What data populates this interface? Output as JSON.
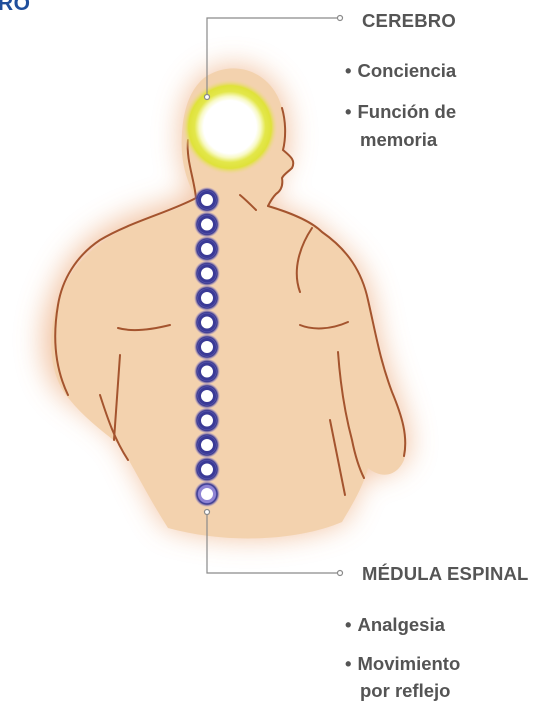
{
  "corner_title": "RO",
  "brain": {
    "heading": "CEREBRO",
    "items": [
      "Conciencia",
      "Función de",
      "memoria"
    ]
  },
  "spinal_cord": {
    "heading": "MÉDULA ESPINAL",
    "items": [
      "Analgesia",
      "Movimiento",
      "por reflejo"
    ]
  },
  "colors": {
    "text": "#545454",
    "title": "#1f4e9c",
    "skin": "#f3d2ae",
    "outline": "#a4542e",
    "halo": "#e2e64c",
    "vertebra_ring": "#3a3a96",
    "vertebra_glow": "#9a8bd8",
    "leader_line": "#8a8a8a"
  }
}
